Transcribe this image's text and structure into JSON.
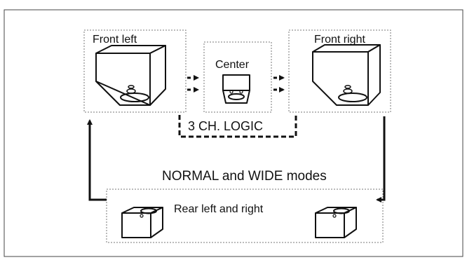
{
  "speakers": {
    "front_left": "Front left",
    "center": "Center",
    "front_right": "Front right",
    "rear": "Rear left and right"
  },
  "logic_label": "3 CH. LOGIC",
  "modes_label": "NORMAL and WIDE modes"
}
